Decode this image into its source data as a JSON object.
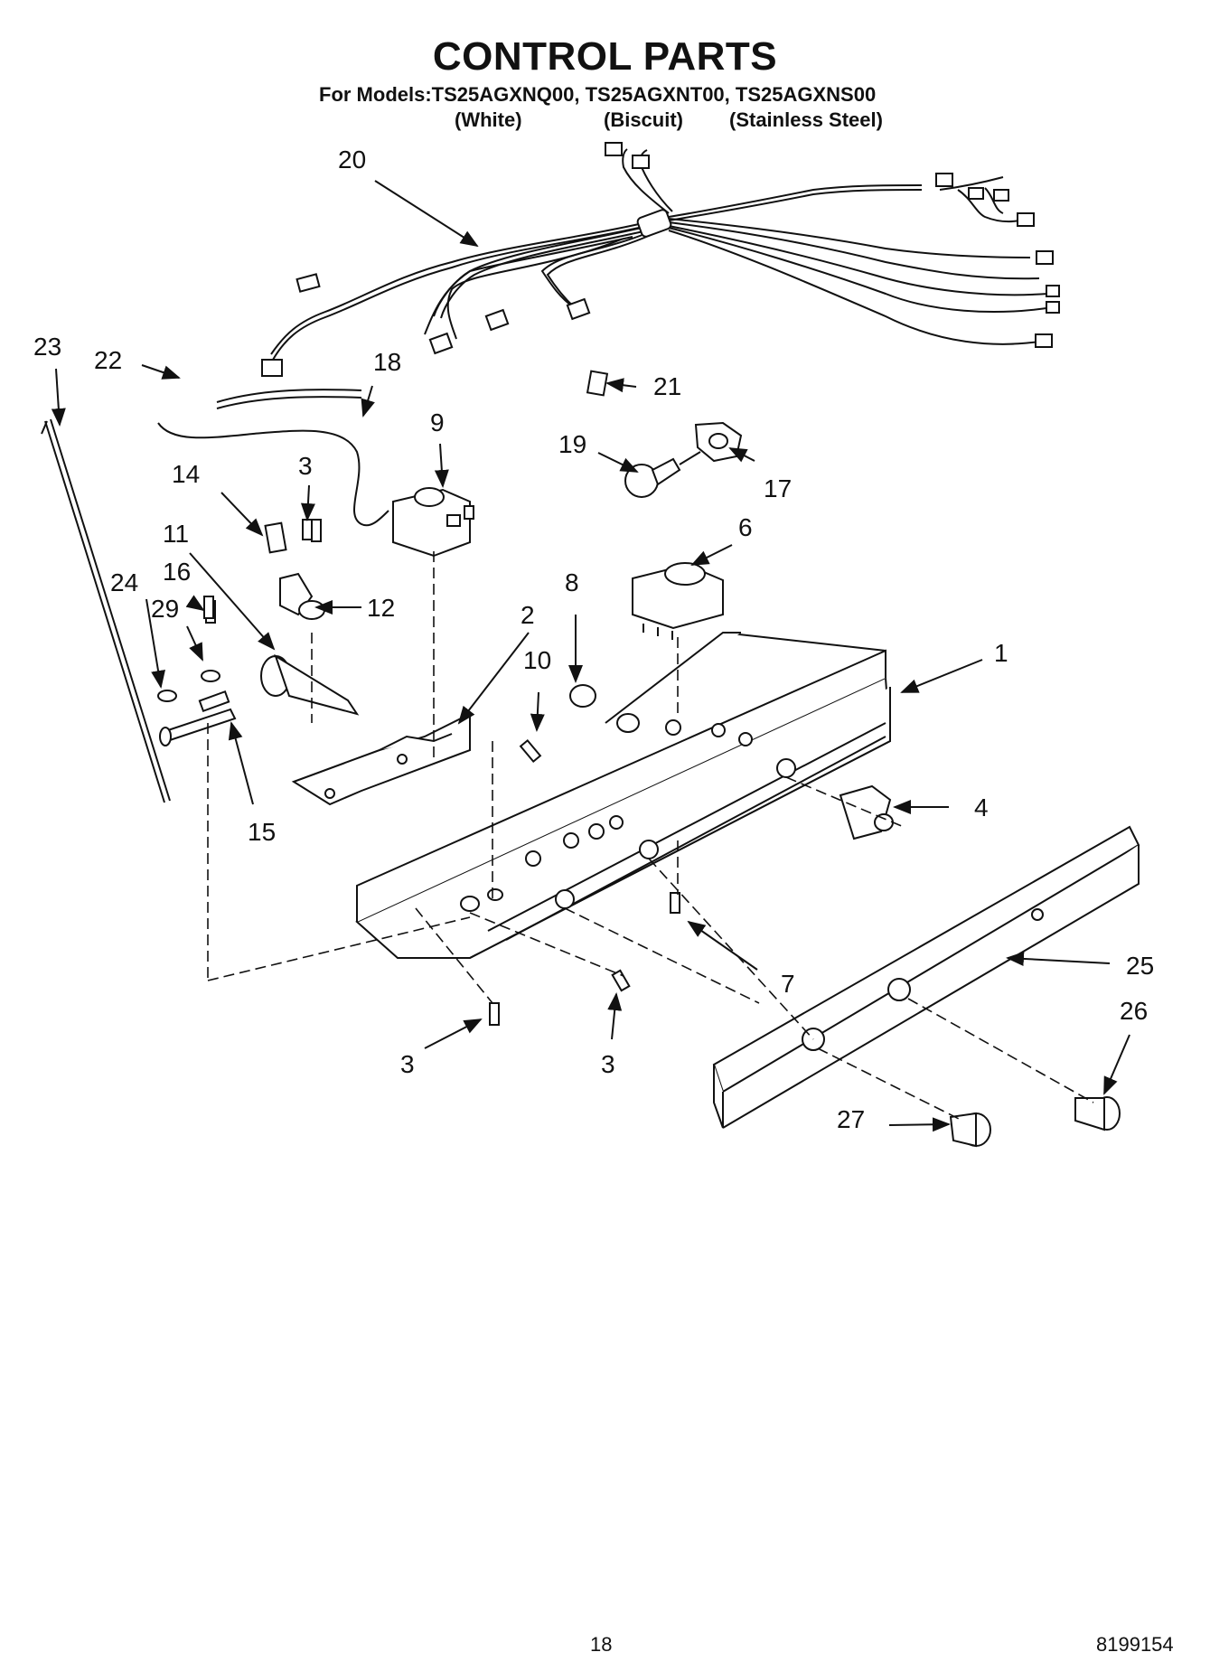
{
  "header": {
    "title": "CONTROL PARTS",
    "models_line": "For Models:TS25AGXNQ00, TS25AGXNT00, TS25AGXNS00",
    "variants": [
      "(White)",
      "(Biscuit)",
      "(Stainless Steel)"
    ]
  },
  "callouts": [
    "20",
    "23",
    "22",
    "18",
    "21",
    "19",
    "17",
    "9",
    "3",
    "14",
    "11",
    "16",
    "29",
    "24",
    "12",
    "6",
    "8",
    "2",
    "10",
    "1",
    "15",
    "4",
    "7",
    "25",
    "26",
    "3",
    "3",
    "27"
  ],
  "footer": {
    "page_number": "18",
    "document_number": "8199154"
  }
}
